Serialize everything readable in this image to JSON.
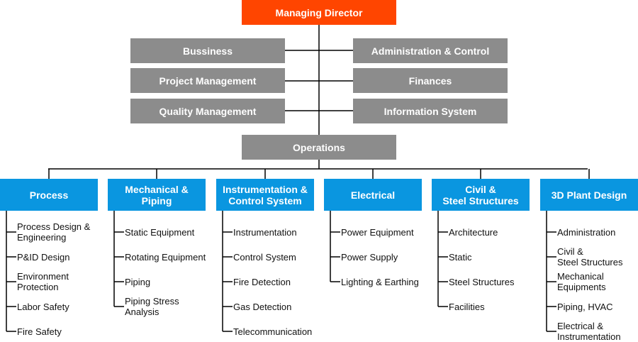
{
  "colors": {
    "director": "#ff4500",
    "staff": "#8c8c8c",
    "department": "#0a96e0",
    "line": "#000000"
  },
  "director": "Managing Director",
  "staff_left": [
    "Bussiness",
    "Project Management",
    "Quality Management"
  ],
  "staff_right": [
    "Administration & Control",
    "Finances",
    "Information System"
  ],
  "operations": "Operations",
  "departments": [
    {
      "name": "Process",
      "items": [
        "Process Design &\nEngineering",
        "P&ID Design",
        "Environment\nProtection",
        "Labor Safety",
        "Fire Safety"
      ]
    },
    {
      "name": "Mechanical &\nPiping",
      "items": [
        "Static Equipment",
        "Rotating Equipment",
        "Piping",
        "Piping Stress\nAnalysis"
      ]
    },
    {
      "name": "Instrumentation &\nControl System",
      "items": [
        "Instrumentation",
        "Control System",
        "Fire Detection",
        "Gas Detection",
        "Telecommunication"
      ]
    },
    {
      "name": "Electrical",
      "items": [
        "Power Equipment",
        "Power Supply",
        "Lighting & Earthing"
      ]
    },
    {
      "name": "Civil &\nSteel Structures",
      "items": [
        "Architecture",
        "Static",
        "Steel Structures",
        "Facilities"
      ]
    },
    {
      "name": "3D Plant Design",
      "items": [
        "Administration",
        "Civil &\nSteel Structures",
        "Mechanical\nEquipments",
        "Piping, HVAC",
        "Electrical &\nInstrumentation"
      ]
    }
  ]
}
